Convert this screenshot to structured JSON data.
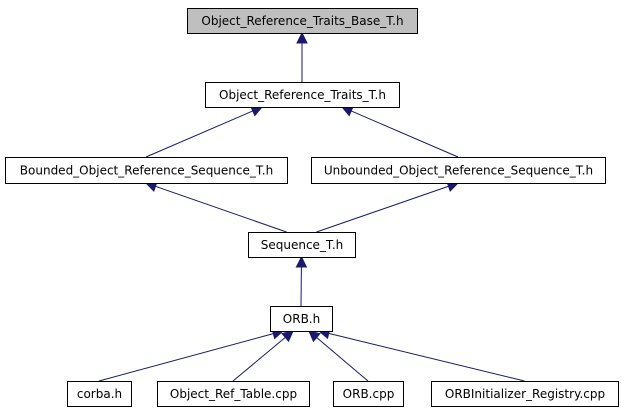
{
  "nodes": [
    {
      "id": "otb",
      "label": "Object_Reference_Traits_Base_T.h",
      "highlight": true
    },
    {
      "id": "ort",
      "label": "Object_Reference_Traits_T.h"
    },
    {
      "id": "bors",
      "label": "Bounded_Object_Reference_Sequence_T.h"
    },
    {
      "id": "uors",
      "label": "Unbounded_Object_Reference_Sequence_T.h"
    },
    {
      "id": "seq",
      "label": "Sequence_T.h"
    },
    {
      "id": "orb",
      "label": "ORB.h"
    },
    {
      "id": "corba",
      "label": "corba.h"
    },
    {
      "id": "ortable",
      "label": "Object_Ref_Table.cpp"
    },
    {
      "id": "orbcpp",
      "label": "ORB.cpp"
    },
    {
      "id": "orbreg",
      "label": "ORBInitializer_Registry.cpp"
    }
  ],
  "edges": [
    {
      "from": "ort",
      "to": "otb"
    },
    {
      "from": "bors",
      "to": "ort"
    },
    {
      "from": "uors",
      "to": "ort"
    },
    {
      "from": "seq",
      "to": "bors"
    },
    {
      "from": "seq",
      "to": "uors"
    },
    {
      "from": "orb",
      "to": "seq"
    },
    {
      "from": "corba",
      "to": "orb"
    },
    {
      "from": "ortable",
      "to": "orb"
    },
    {
      "from": "orbcpp",
      "to": "orb"
    },
    {
      "from": "orbreg",
      "to": "orb"
    }
  ]
}
